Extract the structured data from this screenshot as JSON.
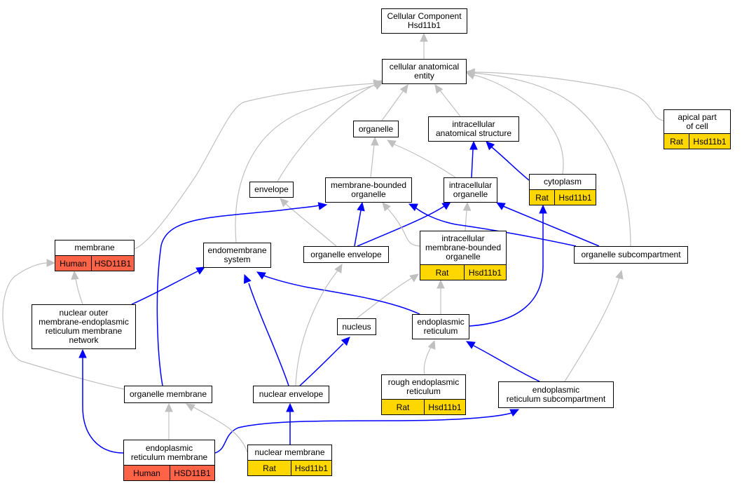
{
  "colors": {
    "gray_edge": "#c0c0c0",
    "blue_edge": "#0000ff",
    "human": "#ff6347",
    "rat": "#ffd700"
  },
  "nodes": {
    "root": {
      "label": "Cellular Component\nHsd11b1"
    },
    "cae": {
      "label": "cellular anatomical\nentity"
    },
    "organelle": {
      "label": "organelle"
    },
    "ias": {
      "label": "intracellular\nanatomical structure"
    },
    "apical": {
      "label": "apical part\nof cell",
      "species": "Rat",
      "gene": "Hsd11b1"
    },
    "envelope": {
      "label": "envelope"
    },
    "mbo": {
      "label": "membrane-bounded\norganelle"
    },
    "io": {
      "label": "intracellular\norganelle"
    },
    "cytoplasm": {
      "label": "cytoplasm",
      "species": "Rat",
      "gene": "Hsd11b1"
    },
    "membrane": {
      "label": "membrane",
      "species": "Human",
      "gene": "HSD11B1"
    },
    "endomembrane": {
      "label": "endomembrane\nsystem"
    },
    "orgenv": {
      "label": "organelle envelope"
    },
    "imbo": {
      "label": "intracellular\nmembrane-bounded\norganelle",
      "species": "Rat",
      "gene": "Hsd11b1"
    },
    "orgsub": {
      "label": "organelle subcompartment"
    },
    "nomem": {
      "label": "nuclear outer\nmembrane-endoplasmic\nreticulum membrane\nnetwork"
    },
    "nucleus": {
      "label": "nucleus"
    },
    "er": {
      "label": "endoplasmic\nreticulum"
    },
    "rer": {
      "label": "rough endoplasmic\nreticulum",
      "species": "Rat",
      "gene": "Hsd11b1"
    },
    "ersub": {
      "label": "endoplasmic\nreticulum subcompartment"
    },
    "orgmem": {
      "label": "organelle membrane"
    },
    "nucenv": {
      "label": "nuclear envelope"
    },
    "erm": {
      "label": "endoplasmic\nreticulum membrane",
      "species": "Human",
      "gene": "HSD11B1"
    },
    "nucmem": {
      "label": "nuclear membrane",
      "species": "Rat",
      "gene": "Hsd11b1"
    }
  },
  "edges": [
    {
      "from": "cae",
      "to": "root",
      "type": "gray"
    },
    {
      "from": "organelle",
      "to": "cae",
      "type": "gray"
    },
    {
      "from": "ias",
      "to": "cae",
      "type": "gray"
    },
    {
      "from": "apical",
      "to": "cae",
      "type": "gray"
    },
    {
      "from": "membrane",
      "to": "cae",
      "type": "gray"
    },
    {
      "from": "envelope",
      "to": "cae",
      "type": "gray"
    },
    {
      "from": "endomembrane",
      "to": "cae",
      "type": "gray"
    },
    {
      "from": "cytoplasm",
      "to": "cae",
      "type": "gray"
    },
    {
      "from": "orgsub",
      "to": "cae",
      "type": "gray"
    },
    {
      "from": "mbo",
      "to": "organelle",
      "type": "gray"
    },
    {
      "from": "io",
      "to": "organelle",
      "type": "gray"
    },
    {
      "from": "io",
      "to": "ias",
      "type": "blue"
    },
    {
      "from": "cytoplasm",
      "to": "ias",
      "type": "blue"
    },
    {
      "from": "orgenv",
      "to": "envelope",
      "type": "gray"
    },
    {
      "from": "orgenv",
      "to": "mbo",
      "type": "blue"
    },
    {
      "from": "orgenv",
      "to": "io",
      "type": "blue"
    },
    {
      "from": "imbo",
      "to": "mbo",
      "type": "gray"
    },
    {
      "from": "imbo",
      "to": "io",
      "type": "gray"
    },
    {
      "from": "orgsub",
      "to": "mbo",
      "type": "blue"
    },
    {
      "from": "orgsub",
      "to": "io",
      "type": "blue"
    },
    {
      "from": "er",
      "to": "cytoplasm",
      "type": "blue"
    },
    {
      "from": "er",
      "to": "imbo",
      "type": "gray"
    },
    {
      "from": "nucleus",
      "to": "imbo",
      "type": "gray"
    },
    {
      "from": "nomem",
      "to": "membrane",
      "type": "gray"
    },
    {
      "from": "nomem",
      "to": "endomembrane",
      "type": "blue"
    },
    {
      "from": "er",
      "to": "endomembrane",
      "type": "blue"
    },
    {
      "from": "nucenv",
      "to": "endomembrane",
      "type": "blue"
    },
    {
      "from": "nucenv",
      "to": "orgenv",
      "type": "gray"
    },
    {
      "from": "nucenv",
      "to": "nucleus",
      "type": "blue"
    },
    {
      "from": "rer",
      "to": "er",
      "type": "gray"
    },
    {
      "from": "ersub",
      "to": "er",
      "type": "blue"
    },
    {
      "from": "ersub",
      "to": "orgsub",
      "type": "gray"
    },
    {
      "from": "orgmem",
      "to": "membrane",
      "type": "gray"
    },
    {
      "from": "orgmem",
      "to": "mbo",
      "type": "blue"
    },
    {
      "from": "erm",
      "to": "orgmem",
      "type": "gray"
    },
    {
      "from": "erm",
      "to": "nomem",
      "type": "blue"
    },
    {
      "from": "erm",
      "to": "ersub",
      "type": "blue"
    },
    {
      "from": "nucmem",
      "to": "orgmem",
      "type": "gray"
    },
    {
      "from": "nucmem",
      "to": "nucenv",
      "type": "blue"
    }
  ]
}
